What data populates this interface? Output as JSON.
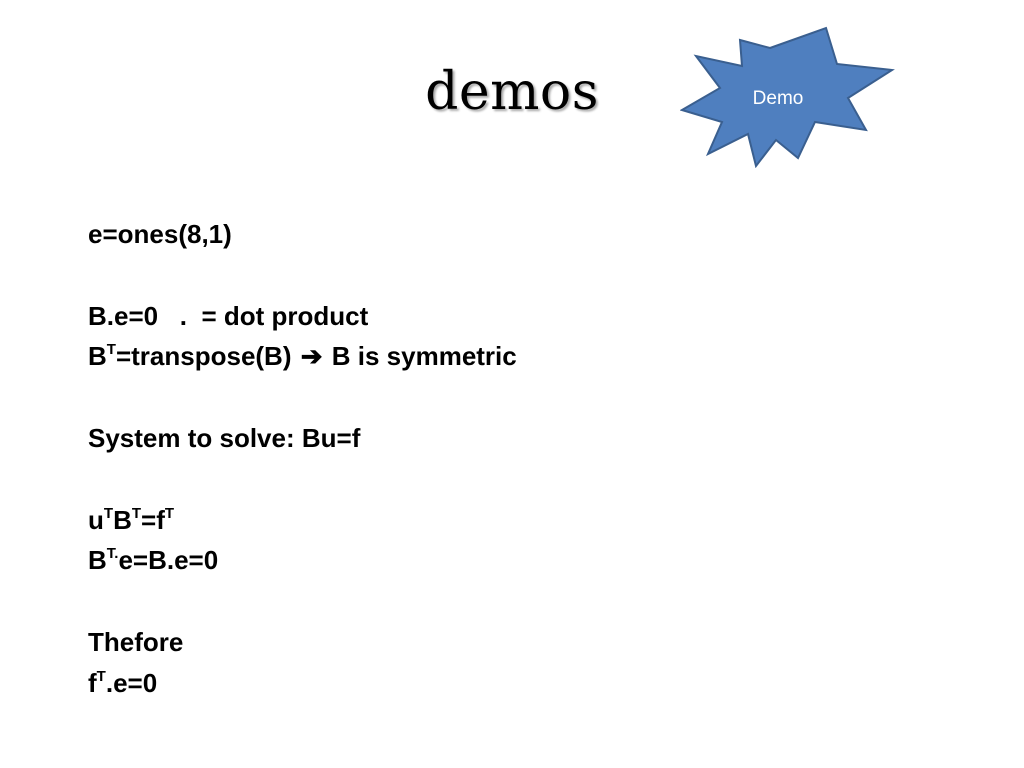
{
  "slide": {
    "title": "demos",
    "burst_label": "Demo"
  },
  "colors": {
    "burst_fill": "#4f7fbf",
    "burst_stroke": "#3a5f8f",
    "text": "#000000",
    "background": "#ffffff"
  },
  "body": {
    "line1": "e=ones(8,1)",
    "line2": "B.e=0   .  = dot product",
    "line3": {
      "b": "B",
      "sup": "T",
      "rest": "=transpose(B)",
      "arrow": "➔",
      "end": " B is symmetric"
    },
    "line4": "System to solve: Bu=f",
    "line5": {
      "u": "u",
      "sup1": "T",
      "b": "B",
      "sup2": "T",
      "eq": "=f",
      "sup3": "T"
    },
    "line6": {
      "b": "B",
      "sup": "T.",
      "rest": "e=B.e=0"
    },
    "line7": "Thefore",
    "line8": {
      "f": "f",
      "sup": "T",
      "rest": ".e=0"
    }
  }
}
